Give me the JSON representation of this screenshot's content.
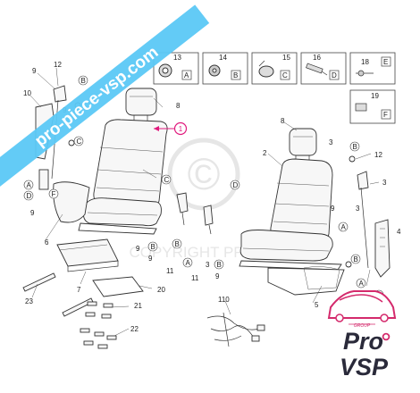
{
  "banner": {
    "text": "pro-piece-vsp.com",
    "color": "#5bc8f5"
  },
  "logo": {
    "group_text": "GROUP",
    "line1": "Pro",
    "line2": "VSP",
    "accent": "#d42a6c",
    "dark": "#2a2a3a"
  },
  "watermark": {
    "symbol": "©",
    "text": "COPYRIGHT PRO VSP"
  },
  "accent_color": "#e0197d",
  "highlight_callout": "1",
  "boxes": [
    {
      "num": "13",
      "letter": "A"
    },
    {
      "num": "14",
      "letter": "B"
    },
    {
      "num": "15",
      "letter": "C"
    },
    {
      "num": "16",
      "letter": "D"
    },
    {
      "num": "18",
      "letter": "E"
    },
    {
      "num": "19",
      "letter": "F"
    }
  ],
  "callouts": {
    "c9a": "9",
    "c12a": "12",
    "c10": "10",
    "cBtop": "B",
    "c8a": "8",
    "c9b": "9",
    "cCa": "C",
    "cA1": "A",
    "cD1": "D",
    "cF1": "F",
    "c9c": "9",
    "cCb": "C",
    "c6": "6",
    "c9d": "9",
    "cB2": "B",
    "c9e": "9",
    "cB3": "B",
    "c11a": "11",
    "cA2": "A",
    "c11b": "11",
    "c3a": "3",
    "cB4": "B",
    "c9f": "9",
    "c7": "7",
    "c23": "23",
    "c20": "20",
    "c21": "21",
    "c22": "22",
    "c110": "110",
    "c8b": "8",
    "c2": "2",
    "c3b": "3",
    "cB5": "B",
    "c12b": "12",
    "c3c": "3",
    "cD2": "D",
    "c9g": "9",
    "cA3": "A",
    "c3d": "3",
    "cB6": "B",
    "c4": "4",
    "c5": "5",
    "cA4": "A",
    "cA5": "A"
  }
}
